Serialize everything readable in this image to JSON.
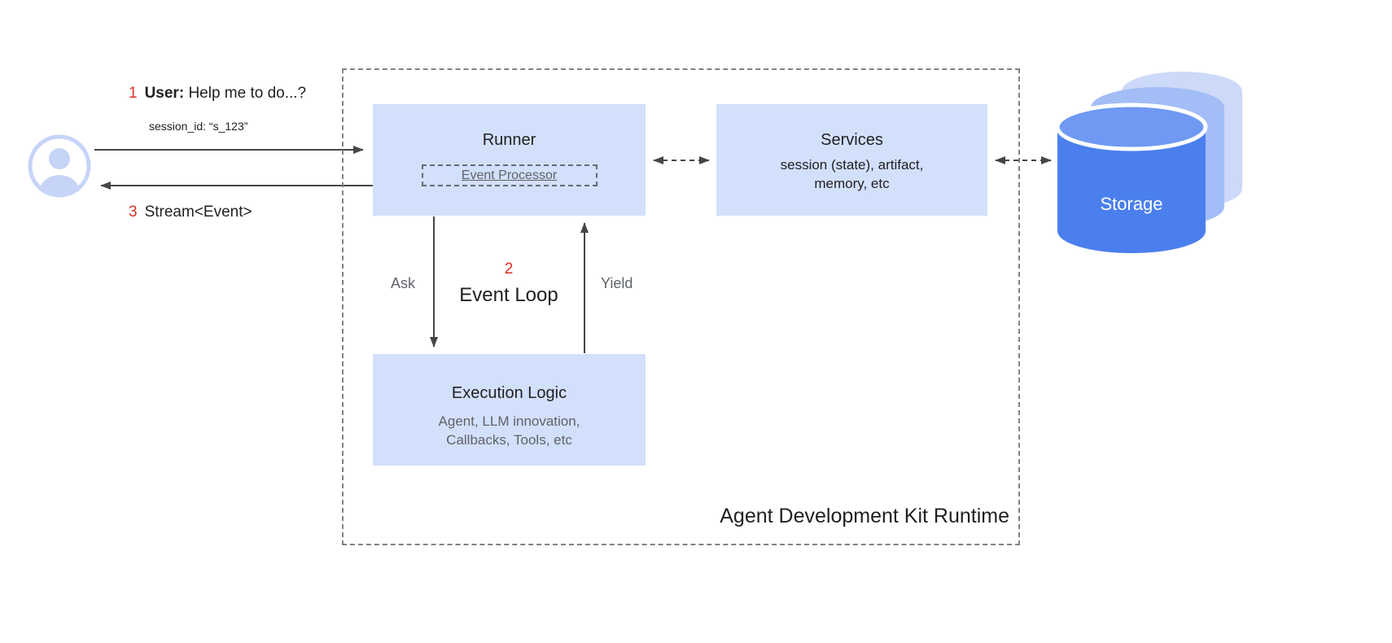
{
  "user_flow": {
    "step1_num": "1",
    "step1_bold": "User:",
    "step1_text": "Help me to do...?",
    "session_id": "session_id: “s_123”",
    "step3_num": "3",
    "step3_text": "Stream<Event>"
  },
  "runtime": {
    "label": "Agent Development Kit Runtime",
    "runner": {
      "title": "Runner",
      "event_processor": "Event Processor"
    },
    "services": {
      "title": "Services",
      "line1": "session (state), artifact,",
      "line2": "memory, etc"
    },
    "event_loop": {
      "num": "2",
      "label": "Event Loop",
      "ask_label": "Ask",
      "yield_label": "Yield"
    },
    "execution_logic": {
      "title": "Execution Logic",
      "line1": "Agent, LLM innovation,",
      "line2": "Callbacks, Tools, etc"
    }
  },
  "storage": {
    "label": "Storage"
  },
  "colors": {
    "box_fill": "#d3e0fc",
    "storage_primary": "#4b7fee",
    "storage_top": "#6f99f2",
    "storage_mid": "#a3bef6",
    "storage_back": "#cdd9f8",
    "accent_red": "#d93025",
    "text_dark": "#202124",
    "text_gray": "#5f6368",
    "arrow": "#444746"
  }
}
